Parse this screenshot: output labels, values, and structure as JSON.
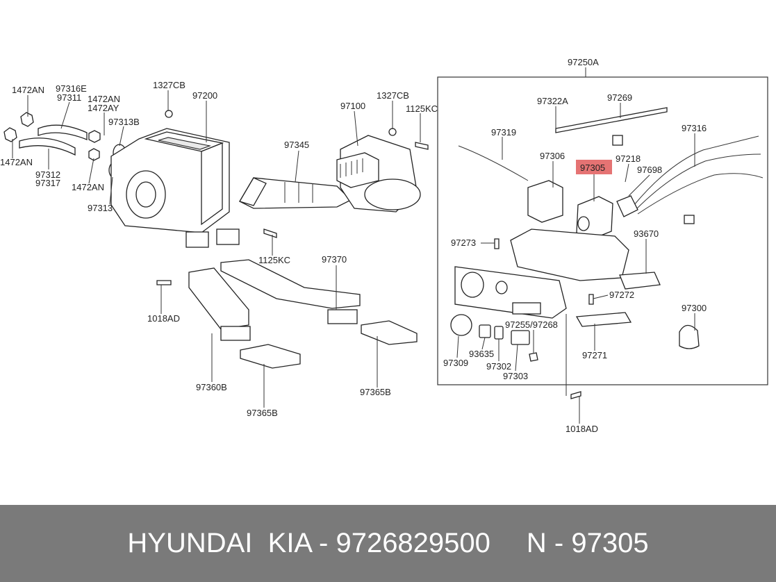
{
  "diagram": {
    "highlighted_part": "97305",
    "labels": {
      "p1472AN_a": "1472AN",
      "p97316E": "97316E",
      "p97311": "97311",
      "p1472AN_b": "1472AN",
      "p97312": "97312",
      "p97317": "97317",
      "p1472AN_c": "1472AN",
      "p1472AY": "1472AY",
      "p97313B": "97313B",
      "p1472AN_d": "1472AN",
      "p97313": "97313",
      "p1327CB_a": "1327CB",
      "p97200": "97200",
      "p97100": "97100",
      "p1327CB_b": "1327CB",
      "p1125KC_a": "1125KC",
      "p97345": "97345",
      "p1125KC_b": "1125KC",
      "p97370": "97370",
      "p1018AD_a": "1018AD",
      "p97360B": "97360B",
      "p97365B_a": "97365B",
      "p97365B_b": "97365B",
      "p97250A": "97250A",
      "p97322A": "97322A",
      "p97269": "97269",
      "p97319": "97319",
      "p97306": "97306",
      "p97305": "97305",
      "p97218": "97218",
      "p97698": "97698",
      "p97316": "97316",
      "p97273": "97273",
      "p93670": "93670",
      "p97272": "97272",
      "p97255_97268": "97255/97268",
      "p97300": "97300",
      "p97309": "97309",
      "p93635": "93635",
      "p97302": "97302",
      "p97303": "97303",
      "p97271": "97271",
      "p1018AD_b": "1018AD"
    }
  },
  "footer": {
    "brand": "HYUNDAI  KIA - 9726829500",
    "part": "N - 97305"
  },
  "colors": {
    "footer_bg": "#7a7a7a",
    "footer_text": "#ffffff",
    "highlight": "#e57373"
  }
}
